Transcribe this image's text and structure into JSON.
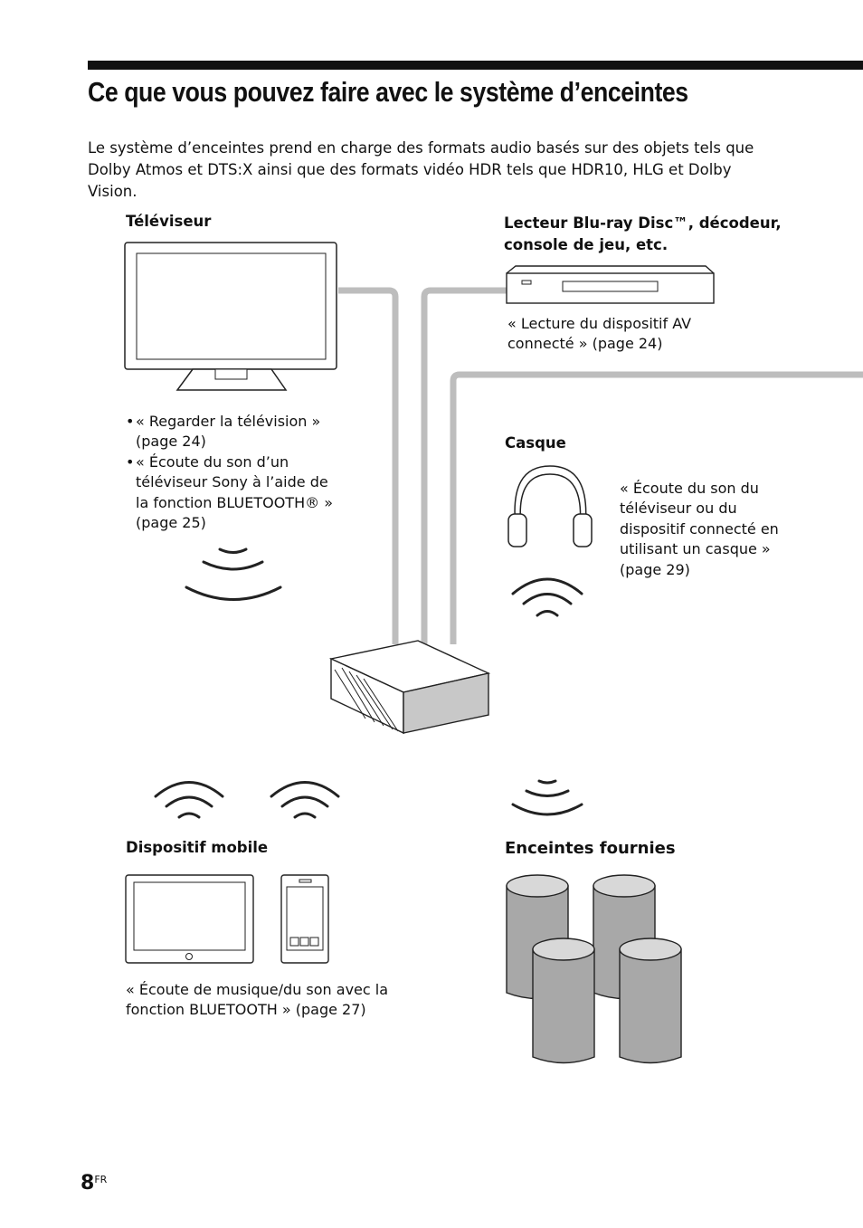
{
  "title": "Ce que vous pouvez faire avec le système d’enceintes",
  "intro": "Le système d’enceintes prend en charge des formats audio basés sur des objets tels que Dolby Atmos et DTS:X ainsi que des formats vidéo HDR tels que HDR10, HLG et Dolby Vision.",
  "tv": {
    "label": "Téléviseur",
    "items": [
      "« Regarder la télévision » (page 24)",
      "« Écoute du son d’un téléviseur Sony à l’aide de la fonction BLUETOOTH® » (page 25)"
    ]
  },
  "bluray": {
    "label_line1": "Lecteur Blu-ray Disc™, décodeur,",
    "label_line2": "console de jeu, etc.",
    "caption": "« Lecture du dispositif AV connecté » (page 24)"
  },
  "headphones": {
    "label": "Casque",
    "caption": "« Écoute du son du téléviseur ou du dispositif connecté en utilisant un casque » (page 29)"
  },
  "mobile": {
    "label": "Dispositif mobile",
    "caption": "« Écoute de musique/du son avec la fonction BLUETOOTH » (page 27)"
  },
  "speakers": {
    "label": "Enceintes fournies"
  },
  "page": {
    "number": "8",
    "lang": "FR"
  }
}
